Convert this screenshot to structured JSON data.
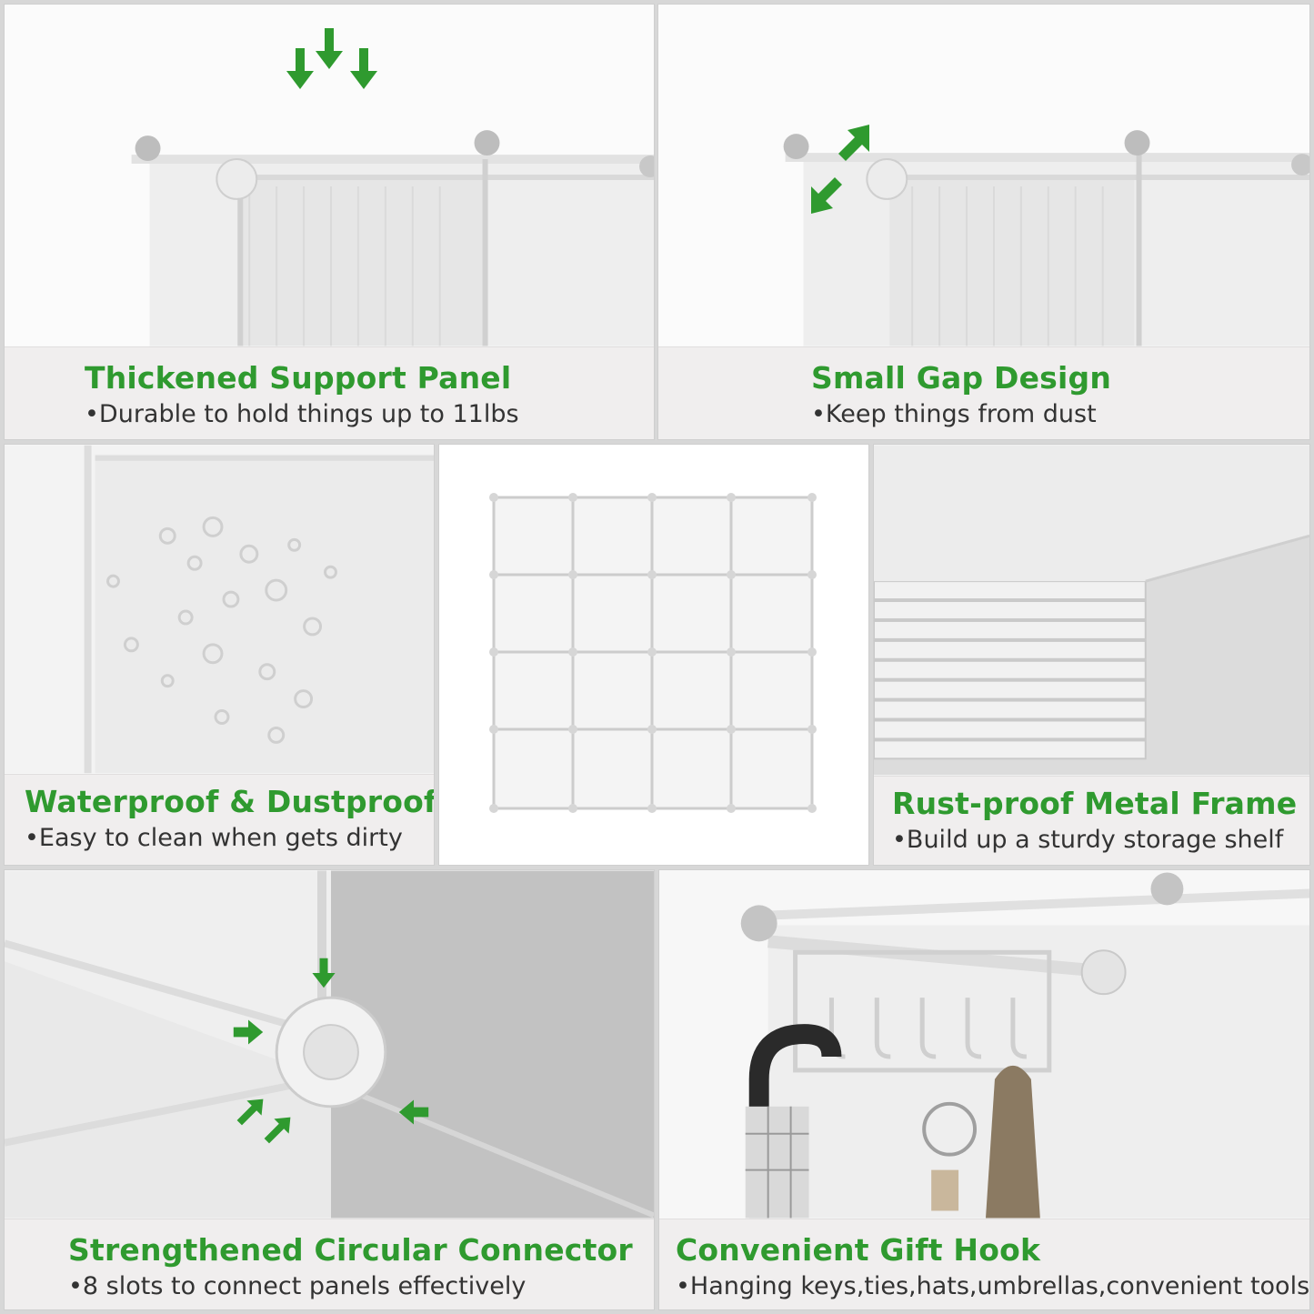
{
  "accent_color": "#2f9a2f",
  "features": [
    {
      "title": "Thickened Support Panel",
      "subtitle": "•Durable to hold things up to 11lbs"
    },
    {
      "title": "Small Gap Design",
      "subtitle": "•Keep things from dust"
    },
    {
      "title": "Waterproof & Dustproof",
      "subtitle": "•Easy to clean when gets dirty"
    },
    {
      "title": "Rust-proof Metal Frame",
      "subtitle": "•Build up a sturdy storage shelf"
    },
    {
      "title": "Strengthened Circular Connector",
      "subtitle": "•8 slots to connect panels effectively"
    },
    {
      "title": "Convenient Gift Hook",
      "subtitle": "•Hanging keys,ties,hats,umbrellas,convenient tools"
    }
  ],
  "icons": [
    "arrow-down-icon",
    "arrow-diagonal-icon",
    "arrow-right-icon"
  ]
}
